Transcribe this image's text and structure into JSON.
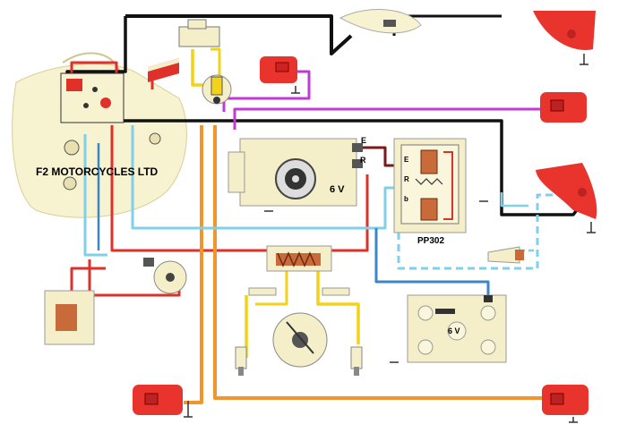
{
  "labels": {
    "company": "F2 MOTORCYCLES LTD",
    "generator_voltage": "6 V",
    "terminal_e": "E",
    "terminal_r": "R",
    "regulator_model": "PP302",
    "battery_voltage": "6 V",
    "reg_pin_e": "E",
    "reg_pin_r": "R",
    "reg_pin_b": "b"
  },
  "colors": {
    "black": "#111111",
    "red": "#e0302a",
    "yellow": "#f2d21a",
    "magenta": "#c13ad6",
    "orange": "#f0962a",
    "light_blue": "#7fd0ea",
    "blue": "#3a86c8",
    "lamp_red": "#e8342c",
    "component_cream": "#f4efc8",
    "headlight_cream": "#f7f2cf"
  }
}
